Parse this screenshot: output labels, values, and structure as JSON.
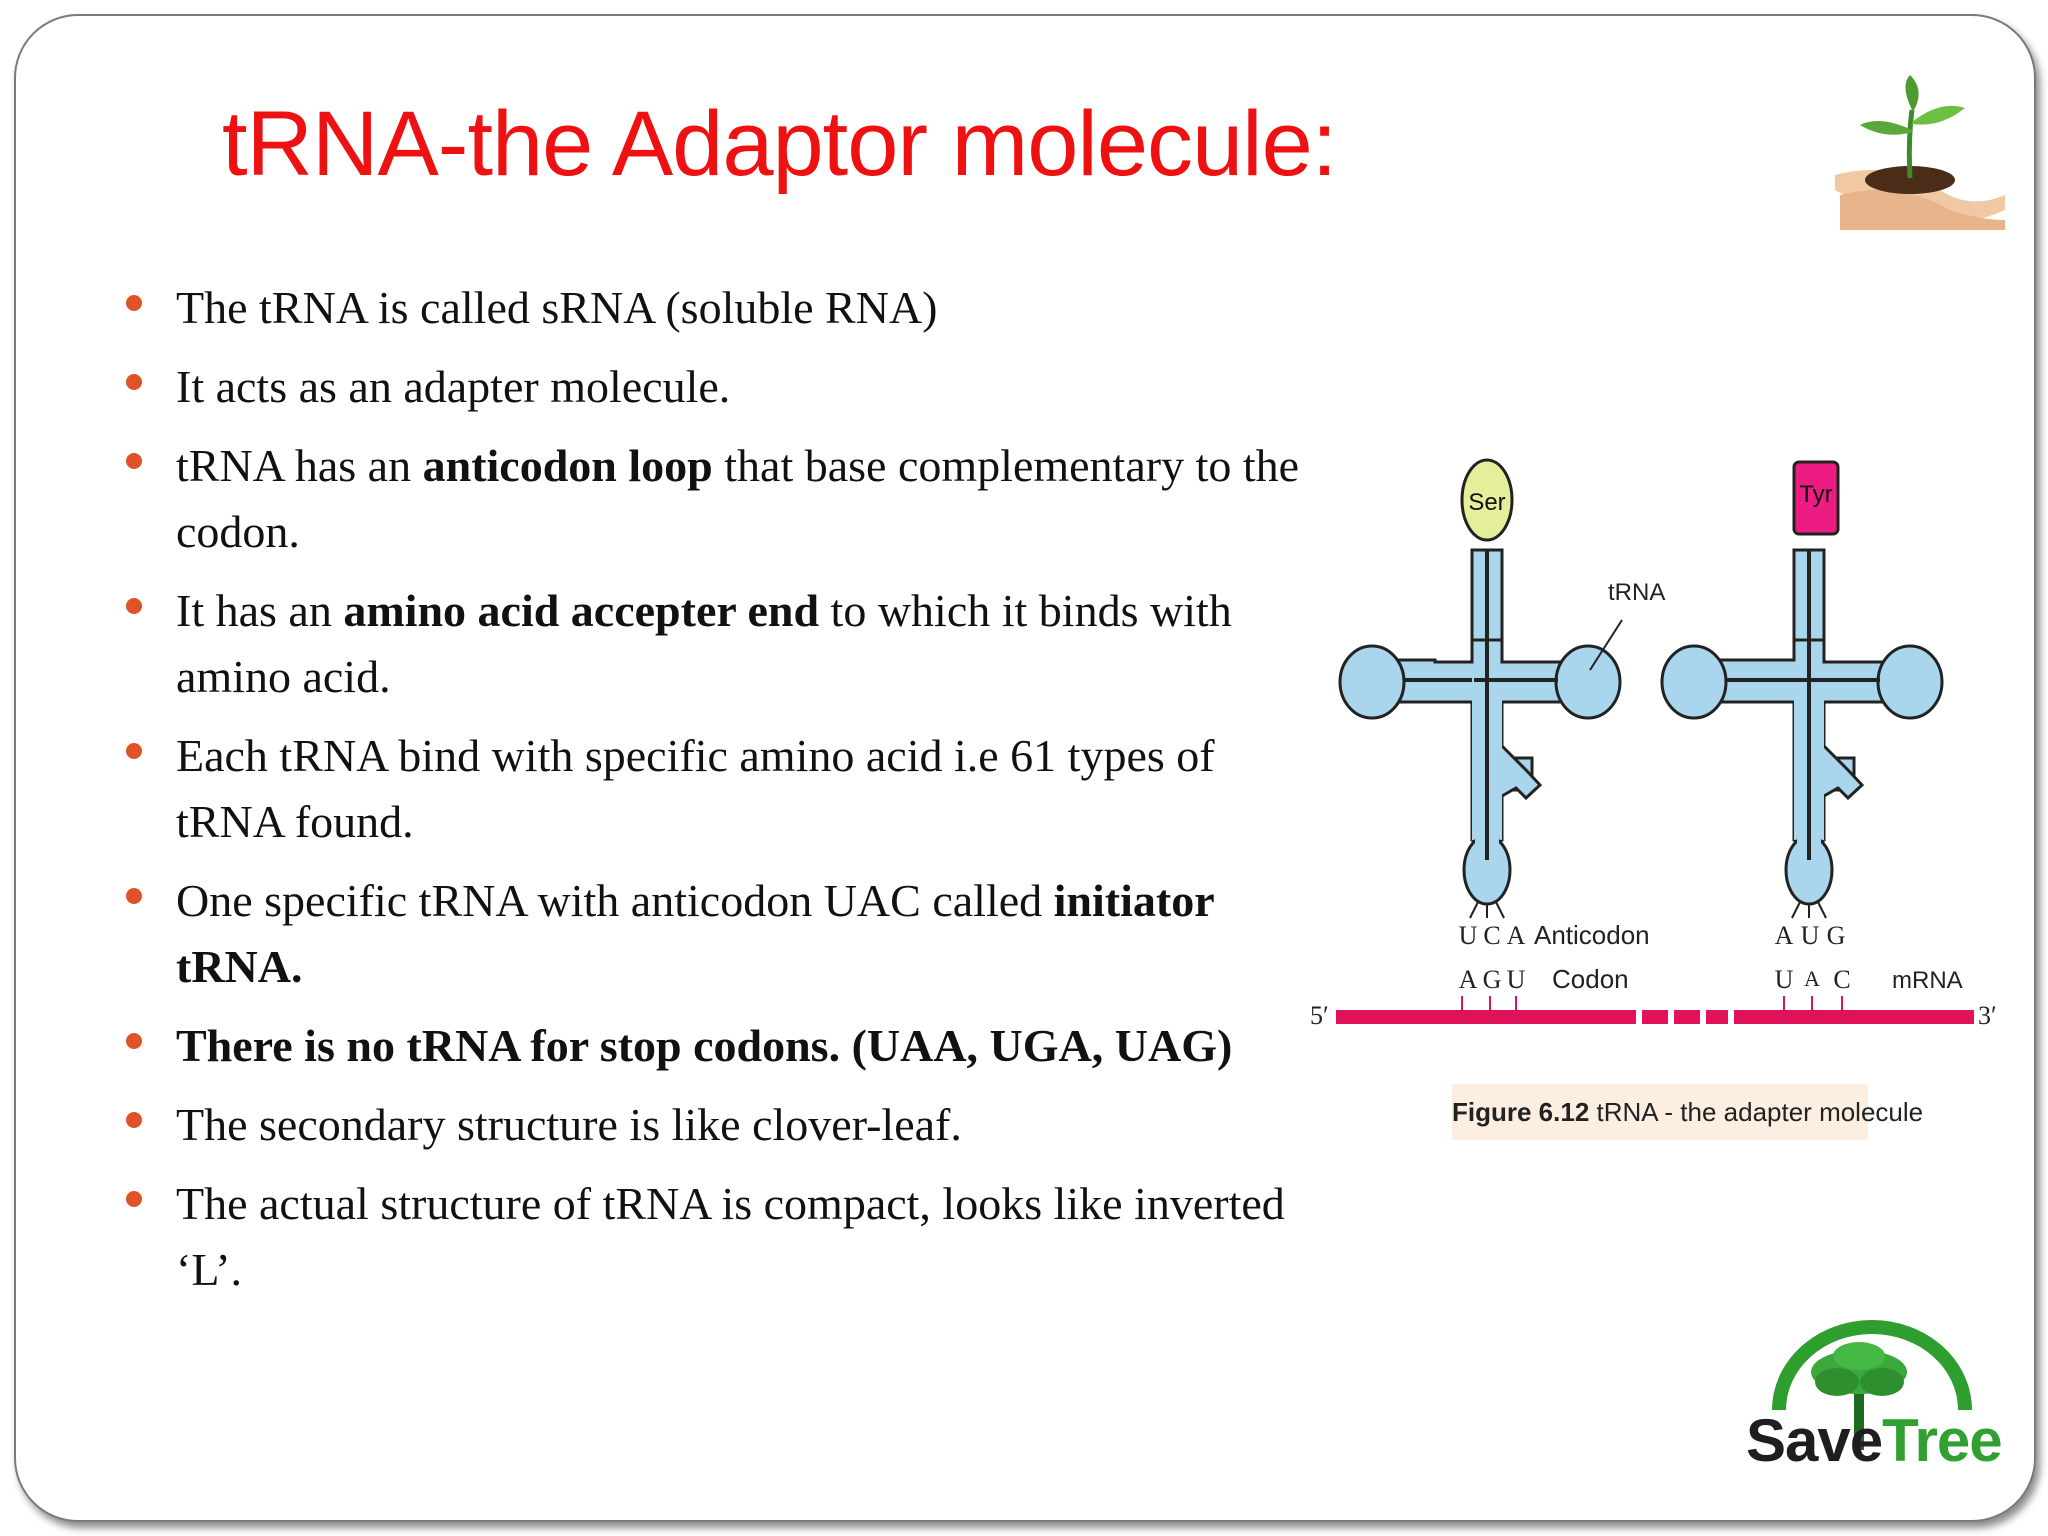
{
  "slide": {
    "title": "tRNA-the Adaptor molecule:",
    "bullets": [
      {
        "text": "The tRNA is called sRNA (soluble RNA)"
      },
      {
        "text": "It acts as an adapter molecule."
      },
      {
        "pre": "tRNA has an ",
        "bold": "anticodon loop",
        "post": " that base complementary to the codon."
      },
      {
        "pre": "It has an ",
        "bold": "amino acid accepter end",
        "post": " to which it binds with amino acid."
      },
      {
        "text": "Each tRNA bind with specific amino acid i.e 61 types of tRNA found."
      },
      {
        "pre": "One specific tRNA with anticodon UAC called ",
        "bold": "initiator tRNA."
      },
      {
        "text": "There is no tRNA for stop codons. (UAA, UGA, UAG)"
      },
      {
        "text": "The secondary structure is like clover-leaf."
      },
      {
        "text": "The actual structure of tRNA is compact, looks like inverted ‘L’."
      }
    ]
  },
  "figure": {
    "caption_bold": "Figure 6.12",
    "caption_text": " tRNA - the adapter molecule",
    "amino_left": "Ser",
    "amino_right": "Tyr",
    "trna_label": "tRNA",
    "anticodon_label": "Anticodon",
    "codon_label": "Codon",
    "mrna_label": "mRNA",
    "five_prime": "5′",
    "three_prime": "3′",
    "left_anticodon": [
      "U",
      "C",
      "A"
    ],
    "left_codon": [
      "A",
      "G",
      "U"
    ],
    "right_anticodon": [
      "A",
      "U",
      "G"
    ],
    "right_codon": [
      "U",
      "A",
      "C"
    ],
    "colors": {
      "trna_body": "#a9d6ec",
      "ser": "#e6ee9c",
      "tyr": "#ec1c82",
      "mrna": "#e0125a"
    }
  },
  "logos": {
    "top_right": "plant-in-hands-icon",
    "bottom_right_save": "Save",
    "bottom_right_tree": "Tree"
  }
}
